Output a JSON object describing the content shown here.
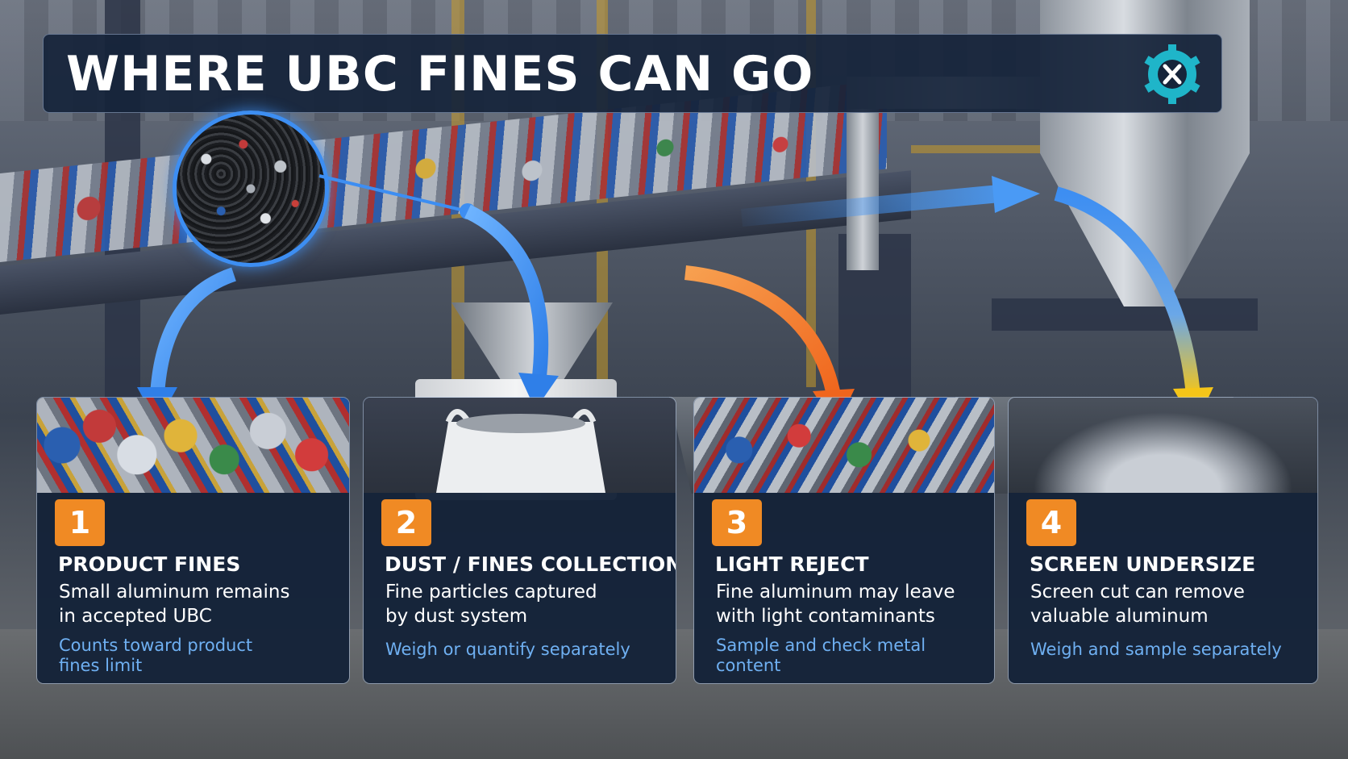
{
  "title": "WHERE UBC FINES CAN GO",
  "colors": {
    "title_bg": "#16243a",
    "badge": "#f08a24",
    "arrow_blue": "#3d8ef2",
    "arrow_orange": "#f07a1e",
    "arrow_yellow": "#f5c518",
    "note_text": "#6fb0f2"
  },
  "logo": {
    "icon": "gear-shield-logo-icon",
    "color": "#1fb5c9"
  },
  "cards": [
    {
      "number": "1",
      "heading": "PRODUCT FINES",
      "desc_line1": "Small aluminum remains",
      "desc_line2": "in accepted UBC",
      "note_line1": "Counts toward product",
      "note_line2": "fines limit",
      "arrow_color": "blue"
    },
    {
      "number": "2",
      "heading": "DUST / FINES COLLECTION",
      "desc_line1": "Fine particles captured",
      "desc_line2": "by dust system",
      "note_line1": "Weigh or quantify separately",
      "note_line2": "",
      "arrow_color": "blue"
    },
    {
      "number": "3",
      "heading": "LIGHT REJECT",
      "desc_line1": "Fine aluminum may leave",
      "desc_line2": "with light contaminants",
      "note_line1": "Sample and check metal",
      "note_line2": "content",
      "arrow_color": "orange"
    },
    {
      "number": "4",
      "heading": "SCREEN UNDERSIZE",
      "desc_line1": "Screen cut can remove",
      "desc_line2": "valuable aluminum",
      "note_line1": "Weigh and sample separately",
      "note_line2": "",
      "arrow_color": "blue-yellow"
    }
  ]
}
